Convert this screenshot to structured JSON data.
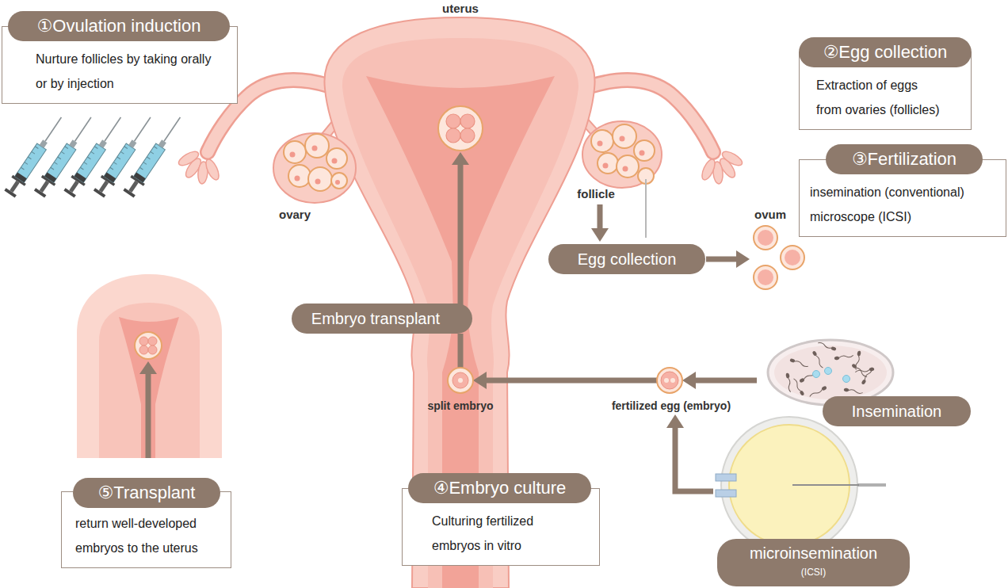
{
  "diagram": {
    "nodes": [
      {
        "text": [
          "①Ovulation induction",
          "Nurture follicles by taking orally or by injection"
        ]
      },
      {
        "text": [
          "②Egg collection",
          "Extraction of eggs from ovaries (follicles)"
        ]
      },
      {
        "text": [
          "③Fertilization",
          "insemination (conventional) microscope (ICSI)"
        ]
      },
      {
        "text": [
          "Egg collection"
        ]
      },
      {
        "text": [
          "Embryo transplant"
        ]
      },
      {
        "text": [
          "split embryo"
        ]
      },
      {
        "text": [
          "fertilized egg (embryo)"
        ]
      },
      {
        "text": [
          "Insemination"
        ]
      },
      {
        "text": [
          "⑤Transplant",
          "return well-developed embryos to the uterus"
        ]
      },
      {
        "text": [
          "④Embryo culture",
          "Culturing fertilized embryos in vitro"
        ]
      },
      {
        "text": [
          "microinsemination",
          "(ICSI)"
        ]
      }
    ],
    "edges": [
      {
        "from": 7,
        "to": 6,
        "arrow": "to"
      },
      {
        "from": 10,
        "to": 6,
        "arrow": "to"
      },
      {
        "from": 6,
        "to": 5,
        "arrow": "to"
      },
      {
        "from": 5,
        "to": 4,
        "arrow": "none"
      }
    ],
    "labels": [
      "uterus",
      "follicle",
      "ovary",
      "ovum"
    ]
  }
}
